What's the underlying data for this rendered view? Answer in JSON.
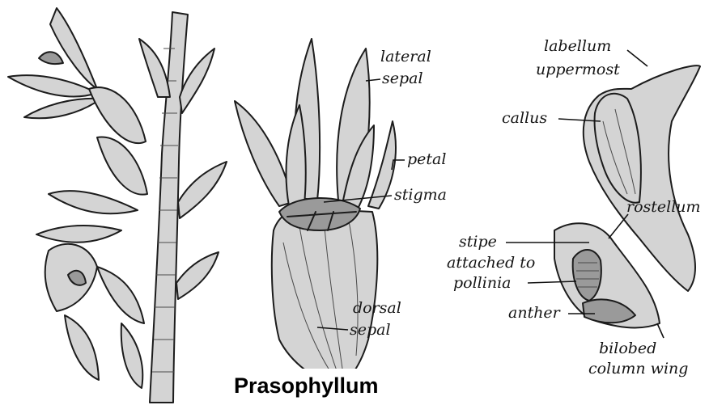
{
  "caption": "Prasophyllum",
  "labels": {
    "lateral_sepal": [
      "lateral",
      "sepal"
    ],
    "petal": "petal",
    "stigma": "stigma",
    "dorsal_sepal": [
      "dorsal",
      "sepal"
    ],
    "labellum_uppermost": [
      "labellum",
      "uppermost"
    ],
    "callus": "callus",
    "rostellum": "rostellum",
    "stipe": [
      "stipe",
      "attached to",
      "pollinia"
    ],
    "anther": "anther",
    "column_wing": [
      "bilobed",
      "column wing"
    ]
  }
}
